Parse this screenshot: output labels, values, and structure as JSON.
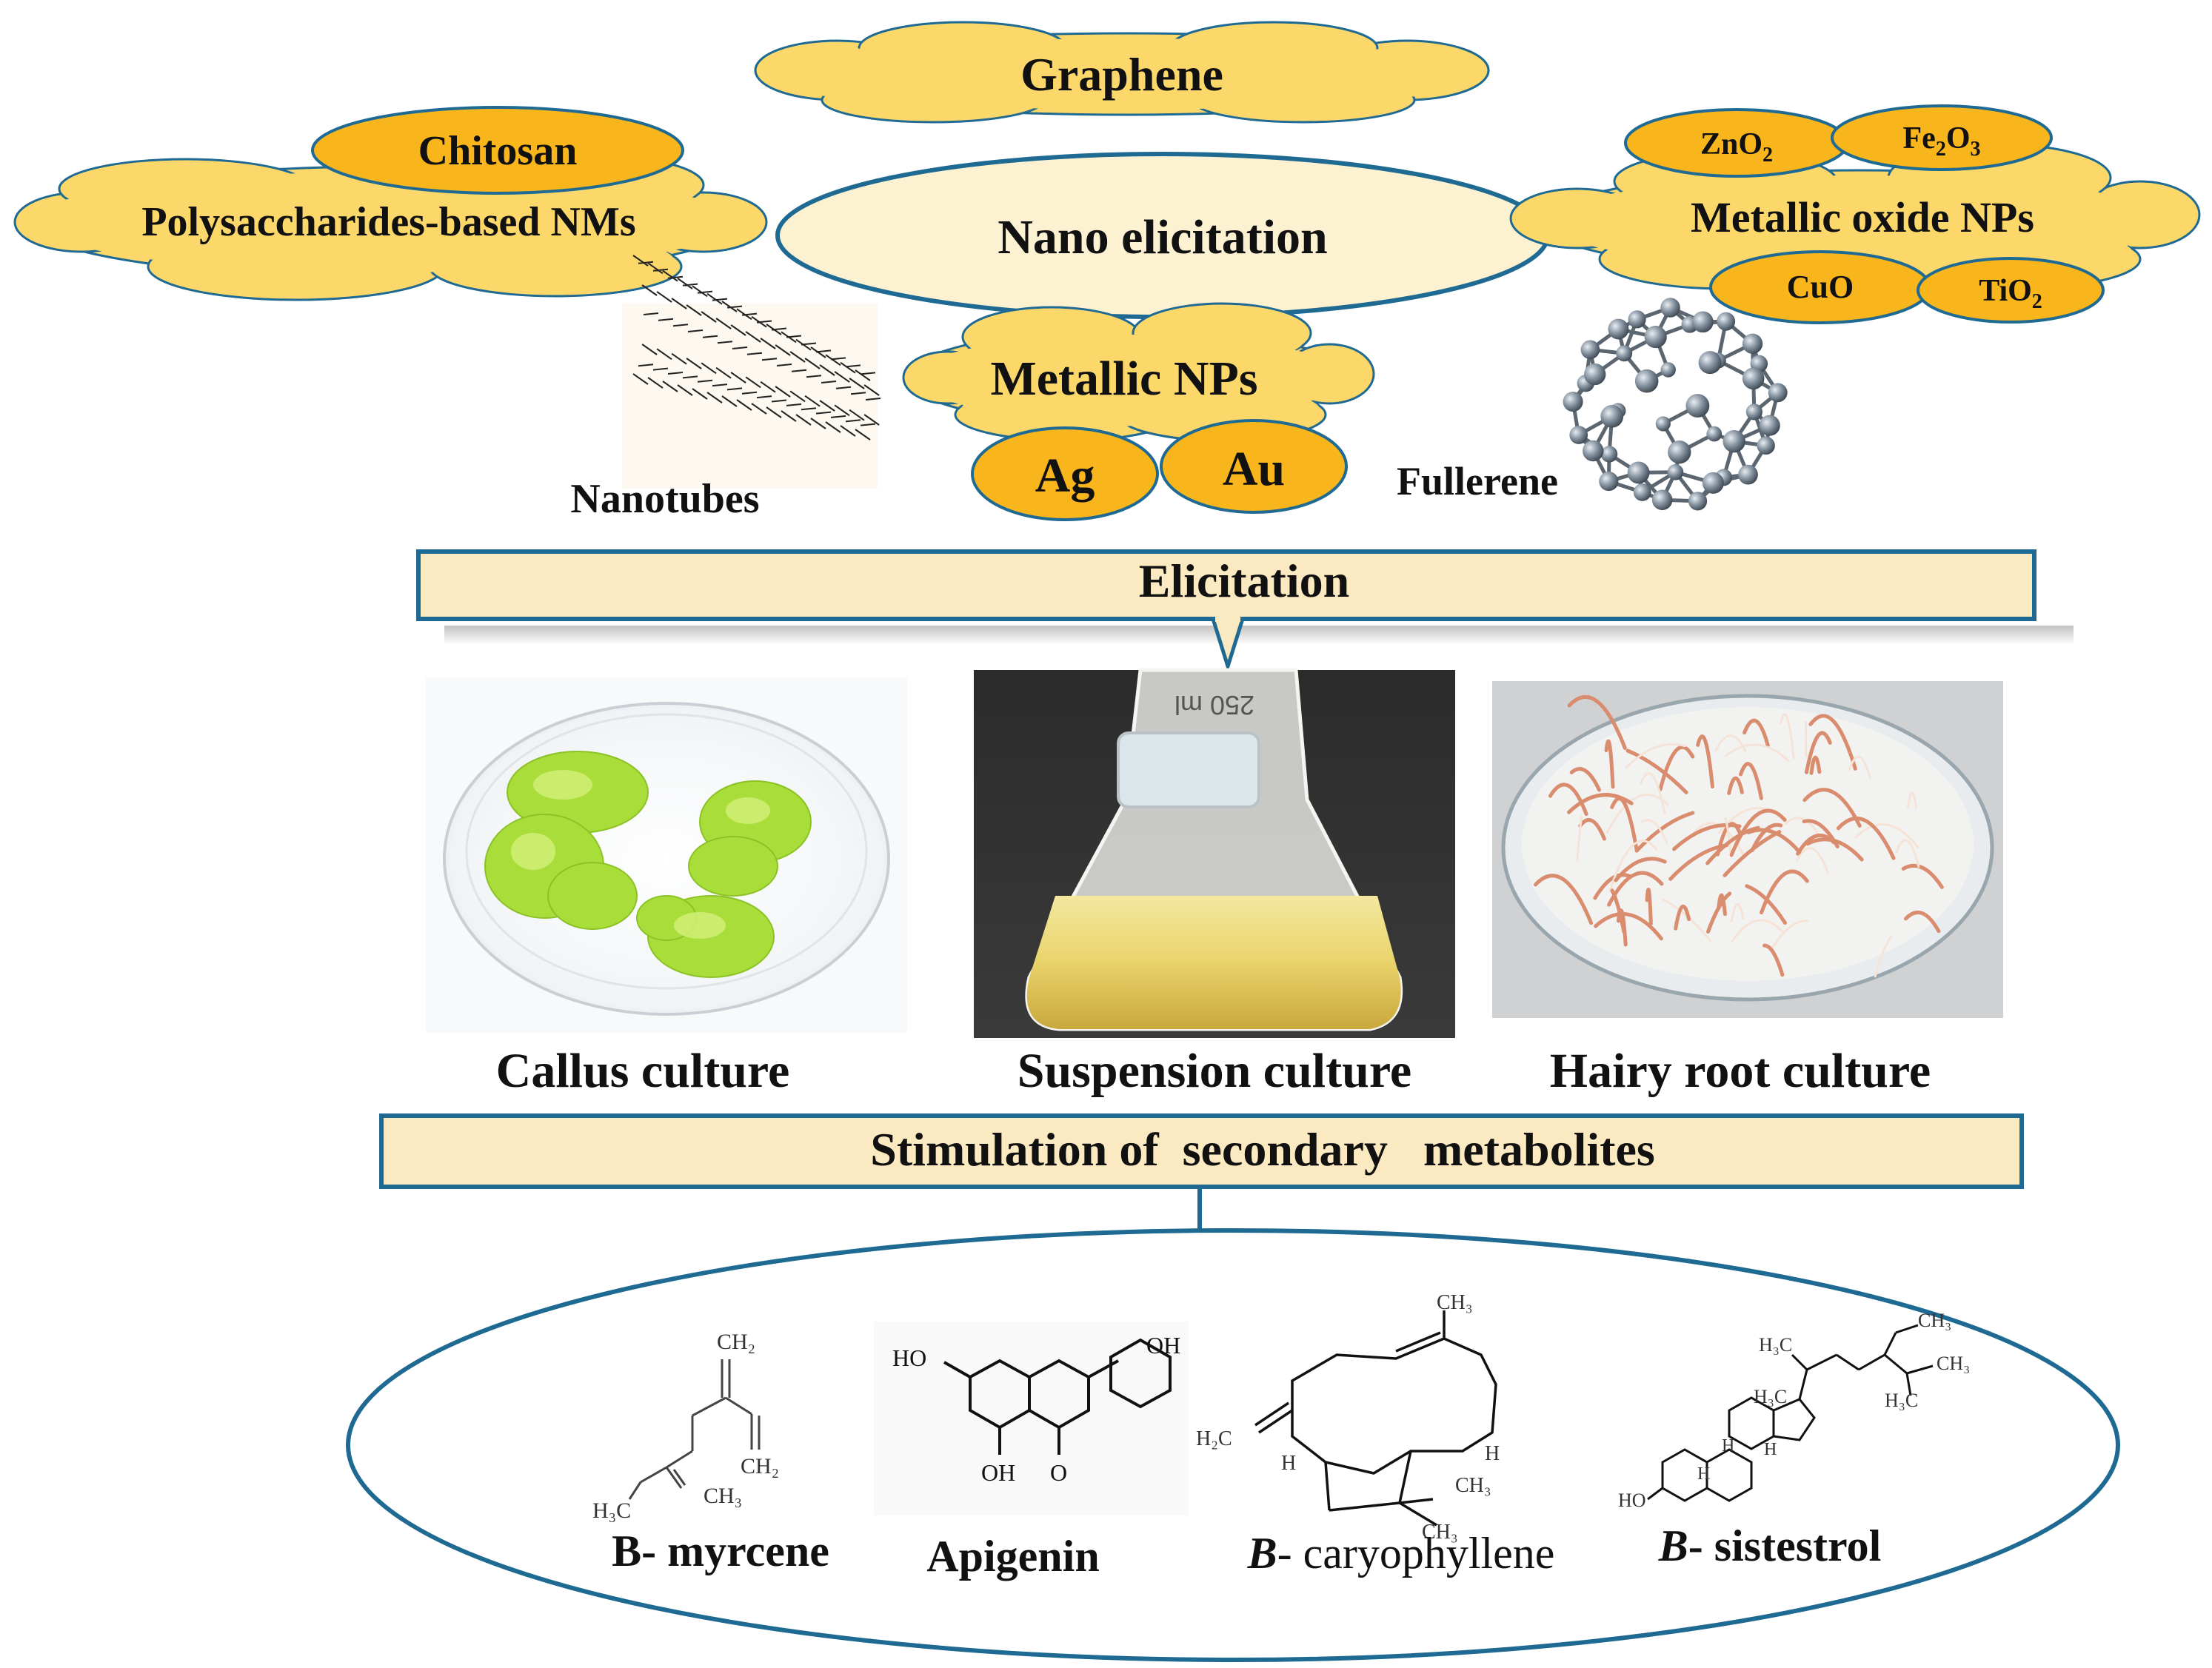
{
  "colors": {
    "cloud_fill": "#FCD86A",
    "cloud_stroke": "#1F6A93",
    "pill_fill": "#F8B51C",
    "box_fill": "#FBEAC1",
    "box_stroke": "#1F6A93",
    "ellipse_fill": "#FCF2D2",
    "text": "#111111"
  },
  "top": {
    "graphene": "Graphene",
    "polysaccharides": "Polysaccharides-based NMs",
    "chitosan": "Chitosan",
    "nano_elicitation": "Nano elicitation",
    "metallic_oxide": "Metallic oxide NPs",
    "zno2": {
      "base": "ZnO",
      "sub": "2"
    },
    "fe2o3": {
      "a": "Fe",
      "sub1": "2",
      "b": "O",
      "sub2": "3"
    },
    "cuo": "CuO",
    "tio2": {
      "base": "TiO",
      "sub": "2"
    },
    "metallic_nps": "Metallic NPs",
    "ag": "Ag",
    "au": "Au",
    "nanotubes": "Nanotubes",
    "fullerene": "Fullerene"
  },
  "elicitation": "Elicitation",
  "cultures": [
    {
      "label": "Callus culture"
    },
    {
      "label": "Suspension culture"
    },
    {
      "label": "Hairy root culture"
    }
  ],
  "flask": {
    "volume": "250 ml"
  },
  "stimulation": "Stimulation of  secondary   metabolites",
  "metabolites": [
    {
      "prefix": "B",
      "suffix": "- myrcene",
      "italic": false
    },
    {
      "prefix": "",
      "suffix": "Apigenin",
      "italic": false
    },
    {
      "prefix": "B",
      "suffix": "- caryophyllene",
      "italic": true
    },
    {
      "prefix": "B",
      "suffix": "- sistestrol",
      "italic": true
    }
  ],
  "structure_labels": {
    "myrcene": {
      "ch2_top": "CH₂",
      "ch2_right": "CH₂",
      "h3c": "H₃C",
      "ch3": "CH₃"
    },
    "apigenin": {
      "oh_left": "HO",
      "oh_right": "OH",
      "oh_bottom": "OH",
      "o": "O"
    },
    "caryophyllene": {
      "ch3_top": "CH₃",
      "h2c": "H₂C",
      "h_left": "H",
      "h_right": "H",
      "ch3_a": "CH₃",
      "ch3_b": "CH₃"
    },
    "sitosterol": {
      "ch3_a": "CH₃",
      "h3c_a": "H₃C",
      "h3c_b": "H₃C",
      "ch3_b": "CH₃",
      "h3c_c": "H₃C",
      "h_a": "H",
      "h_b": "H",
      "h_c": "H",
      "ho": "HO"
    }
  }
}
